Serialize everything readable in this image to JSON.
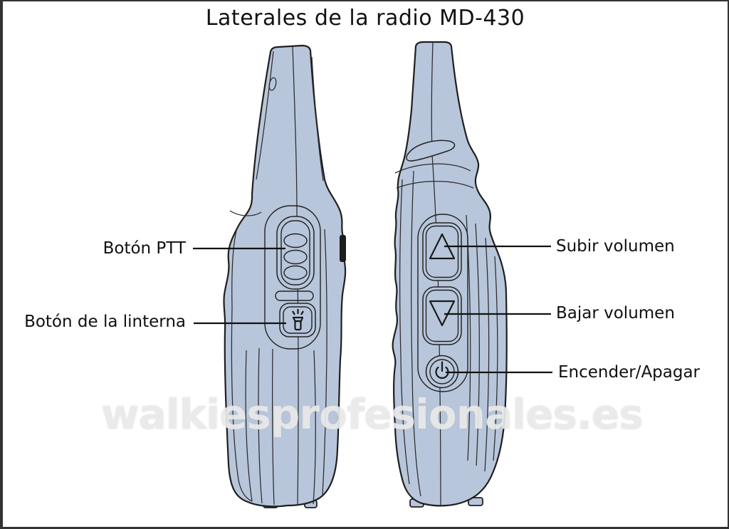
{
  "title": "Laterales de la radio MD-430",
  "watermark": "walkiesprofesionales.es",
  "diagram": {
    "subject": "Side views of MD-430 two-way radio",
    "left_labels": [
      {
        "text": "Botón PTT",
        "target": "ptt-button"
      },
      {
        "text": "Botón de la linterna",
        "target": "flashlight-button"
      }
    ],
    "right_labels": [
      {
        "text": "Subir volumen",
        "target": "volume-up-button"
      },
      {
        "text": "Bajar volumen",
        "target": "volume-down-button"
      },
      {
        "text": "Encender/Apagar",
        "target": "power-button"
      }
    ],
    "icons": [
      "flashlight-icon",
      "triangle-up-icon",
      "triangle-down-icon",
      "power-icon"
    ],
    "colors": {
      "body": "#b8c6db",
      "outline": "#1f1f1f",
      "label_text": "#101010",
      "watermark": "#e9e9e9"
    }
  }
}
